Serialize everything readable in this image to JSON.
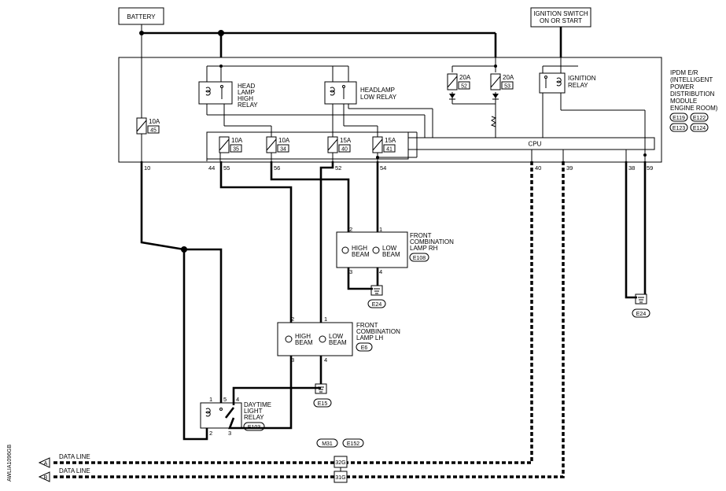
{
  "labels": {
    "battery": "BATTERY",
    "ignition_switch_1": "IGNITION SWITCH",
    "ignition_switch_2": "ON OR START",
    "ipdm": [
      "IPDM E/R",
      "(INTELLIGENT",
      "POWER",
      "DISTRIBUTION",
      "MODULE",
      "ENGINE ROOM)"
    ],
    "ipdm_connectors": [
      "E119",
      "E122",
      "E123",
      "E124"
    ],
    "head_lamp_high_relay": [
      "HEAD",
      "LAMP",
      "HIGH",
      "RELAY"
    ],
    "headlamp_low_relay": [
      "HEADLAMP",
      "LOW RELAY"
    ],
    "ignition_relay": [
      "IGNITION",
      "RELAY"
    ],
    "cpu": "CPU",
    "front_combo_rh": [
      "FRONT",
      "COMBINATION",
      "LAMP RH"
    ],
    "front_combo_rh_conn": "E108",
    "front_combo_lh": [
      "FRONT",
      "COMBINATION",
      "LAMP LH"
    ],
    "front_combo_lh_conn": "E6",
    "high_beam": [
      "HIGH",
      "BEAM"
    ],
    "low_beam": [
      "LOW",
      "BEAM"
    ],
    "drl_relay": [
      "DAYTIME",
      "LIGHT",
      "RELAY"
    ],
    "drl_relay_conn": "E103",
    "data_line": "DATA LINE",
    "joint_conn": [
      "M31",
      "E152"
    ],
    "joint_pins": [
      "32G",
      "31G"
    ],
    "side_code": "AWLIA1096GB",
    "arrow_a": "A",
    "arrow_b": "B"
  },
  "fuses": [
    {
      "id": "f45",
      "amp": "10A",
      "num": "45"
    },
    {
      "id": "f35",
      "amp": "10A",
      "num": "35"
    },
    {
      "id": "f34",
      "amp": "10A",
      "num": "34"
    },
    {
      "id": "f40",
      "amp": "15A",
      "num": "40"
    },
    {
      "id": "f41",
      "amp": "15A",
      "num": "41"
    },
    {
      "id": "f52",
      "amp": "20A",
      "num": "52"
    },
    {
      "id": "f53",
      "amp": "20A",
      "num": "53"
    }
  ],
  "ipdm_pins": [
    "10",
    "44",
    "55",
    "56",
    "52",
    "54",
    "40",
    "39",
    "38",
    "59"
  ],
  "lamp_pins": {
    "rh": [
      "2",
      "1",
      "3",
      "4"
    ],
    "lh": [
      "2",
      "1",
      "3",
      "4"
    ]
  },
  "drl_pins": [
    "1",
    "5",
    "4",
    "2",
    "3"
  ],
  "grounds": [
    "E24",
    "E24",
    "E15"
  ]
}
